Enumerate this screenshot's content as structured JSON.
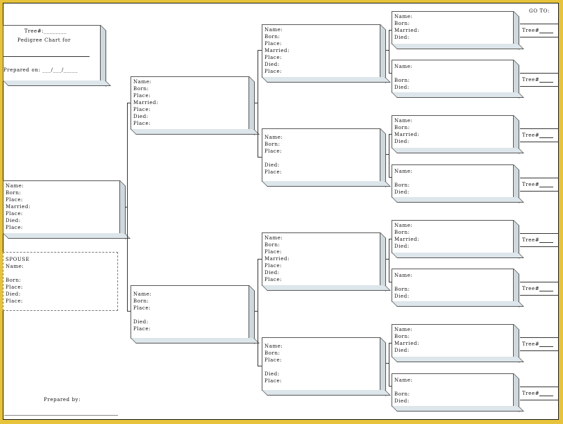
{
  "header": {
    "tree_label": "Tree#:________",
    "title": "Pedigree Chart for",
    "prepared_on": "Prepared on: ___/___/_____",
    "go_to": "GO TO:"
  },
  "footer": {
    "prepared_by": "Prepared by:"
  },
  "labels": {
    "name": "Name:",
    "born": "Born:",
    "place": "Place:",
    "married": "Married:",
    "died": "Died:",
    "spouse": "SPOUSE",
    "tree": "Tree#"
  },
  "gen1": {
    "fields": [
      "Name:",
      "Born:",
      "Place:",
      "Married:",
      "Place:",
      "Died:",
      "Place:"
    ]
  },
  "spouse": {
    "fields": [
      "SPOUSE",
      "Name:",
      "",
      "Born:",
      "Place:",
      "Died:",
      "Place:"
    ]
  },
  "gen2": [
    {
      "fields": [
        "Name:",
        "Born:",
        "Place:",
        "Married:",
        "Place:",
        "Died:",
        "Place:"
      ]
    },
    {
      "fields": [
        "Name:",
        "Born:",
        "Place:",
        "",
        "Died:",
        "Place:"
      ]
    }
  ],
  "gen3": [
    {
      "fields": [
        "Name:",
        "Born:",
        "Place:",
        "Married:",
        "Place:",
        "Died:",
        "Place:"
      ]
    },
    {
      "fields": [
        "Name:",
        "Born:",
        "Place:",
        "",
        "Died:",
        "Place:"
      ]
    },
    {
      "fields": [
        "Name:",
        "Born:",
        "Place:",
        "Married:",
        "Place:",
        "Died:",
        "Place:"
      ]
    },
    {
      "fields": [
        "Name:",
        "Born:",
        "Place:",
        "",
        "Died:",
        "Place:"
      ]
    }
  ],
  "gen4": [
    {
      "fields": [
        "Name:",
        "Born:",
        "Married:",
        "Died:"
      ]
    },
    {
      "fields": [
        "Name:",
        "",
        "Born:",
        "Died:"
      ]
    },
    {
      "fields": [
        "Name:",
        "Born:",
        "Married:",
        "Died:"
      ]
    },
    {
      "fields": [
        "Name:",
        "",
        "Born:",
        "Died:"
      ]
    },
    {
      "fields": [
        "Name:",
        "Born:",
        "Married:",
        "Died:"
      ]
    },
    {
      "fields": [
        "Name:",
        "",
        "Born:",
        "Died:"
      ]
    },
    {
      "fields": [
        "Name:",
        "Born:",
        "Married:",
        "Died:"
      ]
    },
    {
      "fields": [
        "Name:",
        "",
        "Born:",
        "Died:"
      ]
    }
  ],
  "colors": {
    "frame": "#e6c33a",
    "box_shadow": "#dde6ea",
    "line": "#333333"
  }
}
